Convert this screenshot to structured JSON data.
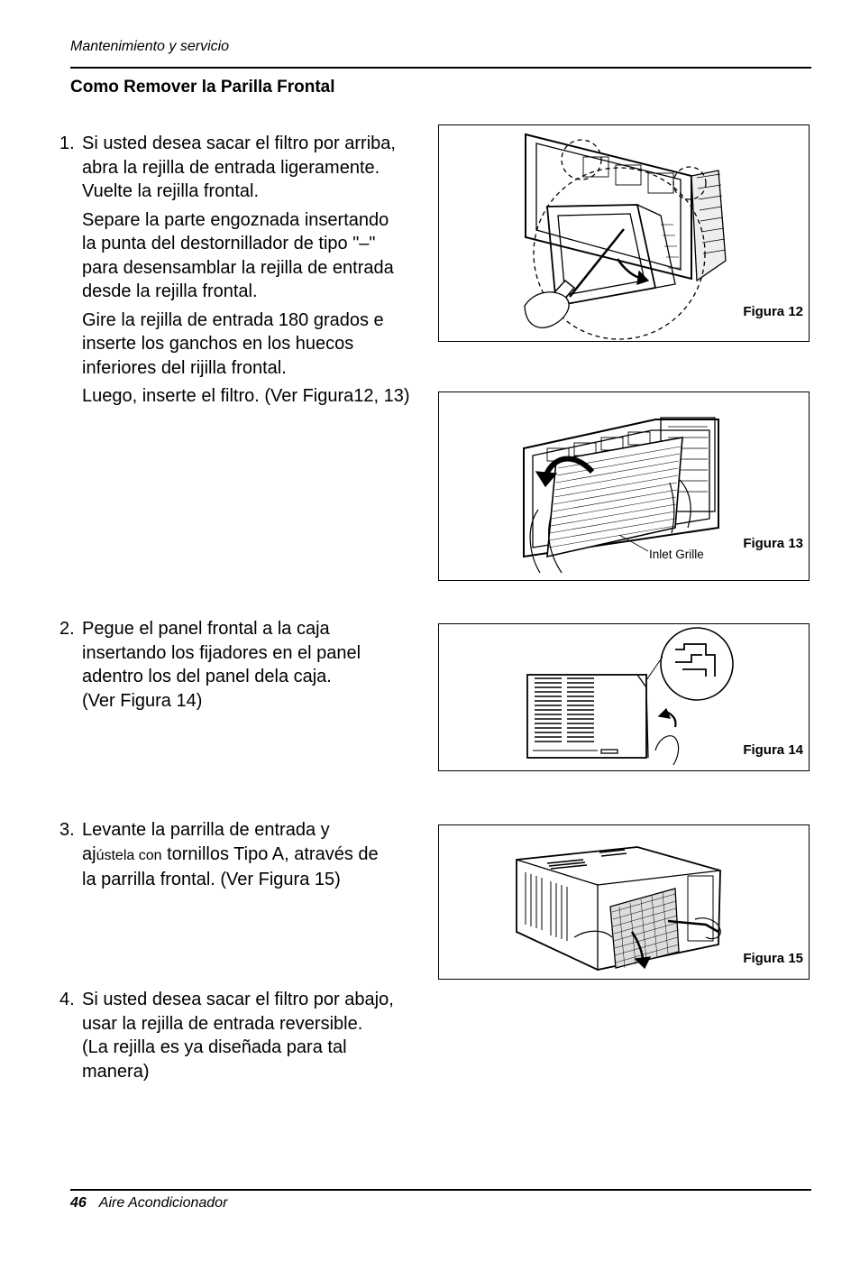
{
  "header": {
    "section_label": "Mantenimiento y servicio"
  },
  "title": "Como Remover la Parilla Frontal",
  "steps": [
    {
      "number": "1.",
      "paragraphs": [
        "Si usted desea sacar el filtro por arriba,\nabra la rejilla de entrada ligeramente.\nVuelte la rejilla frontal.",
        "Separe la parte engoznada insertando\nla punta del destornillador de tipo \"–\"\npara desensamblar la rejilla de entrada\ndesde la rejilla frontal.",
        "Gire la rejilla de entrada 180 grados e\ninserte los ganchos en los huecos\ninferiores del rijilla frontal.",
        "Luego, inserte el filtro. (Ver Figura12, 13)"
      ]
    },
    {
      "number": "2.",
      "paragraphs": [
        "Pegue el panel frontal a la caja\ninsertando los fijadores en el panel\nadentro los del panel dela caja.\n(Ver Figura 14)"
      ]
    },
    {
      "number": "3.",
      "line1": "Levante la parrilla de entrada y",
      "line2_a": "aj",
      "line2_b": "ústela con",
      "line2_c": " tornillos Tipo A, através de",
      "line3": "la parrilla frontal. (Ver Figura 15)"
    },
    {
      "number": "4.",
      "paragraphs": [
        "Si usted desea sacar el filtro por abajo,\nusar la rejilla de entrada reversible.\n(La rejilla es ya diseñada para tal\nmanera)"
      ]
    }
  ],
  "figures": {
    "fig12": {
      "caption": "Figura 12"
    },
    "fig13": {
      "caption": "Figura 13",
      "label": "Inlet Grille"
    },
    "fig14": {
      "caption": "Figura 14"
    },
    "fig15": {
      "caption": "Figura 15"
    }
  },
  "footer": {
    "page_number": "46",
    "doc_title": "Aire Acondicionador"
  }
}
